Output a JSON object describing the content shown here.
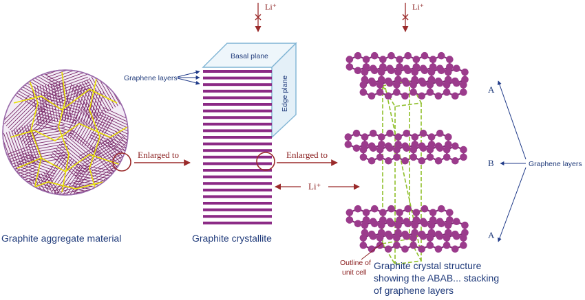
{
  "colors": {
    "graphite_line": "#7a2a6a",
    "graphite_fill": "#f0e6f4",
    "grain_boundary": "#e8e000",
    "crystallite_layer": "#8b2a85",
    "hex_atom": "#9b3b8c",
    "hex_bond": "#7f2a74",
    "unit_cell": "#8fbf2a",
    "box_edge": "#7fb4d4",
    "box_fill": "#eef6fb",
    "arrow_red": "#9a2a2a",
    "arrow_blue": "#1f3a88",
    "text_dark": "#1f3a7a",
    "text_red": "#8a1f1f"
  },
  "labels": {
    "aggregate_caption": "Graphite aggregate material",
    "crystallite_caption": "Graphite crystallite",
    "structure_caption_line1": "Graphite crystal structure",
    "structure_caption_line2": "showing the ABAB... stacking",
    "structure_caption_line3": "of graphene layers",
    "enlarged_1": "Enlarged to",
    "enlarged_2": "Enlarged to",
    "li_top_1": "Li⁺",
    "li_top_2": "Li⁺",
    "li_horizontal": "Li⁺",
    "basal_plane": "Basal plane",
    "edge_plane": "Edge plane",
    "graphene_layers_left": "Graphene layers",
    "graphene_layers_right": "Graphene layers",
    "layer_a_top": "A",
    "layer_b": "B",
    "layer_a_bottom": "A",
    "unit_cell_line1": "Outline of",
    "unit_cell_line2": "unit cell"
  },
  "icons": {
    "blocked_arrow": "x-mark-arrow-icon",
    "zoom_circle": "magnify-circle-icon"
  }
}
